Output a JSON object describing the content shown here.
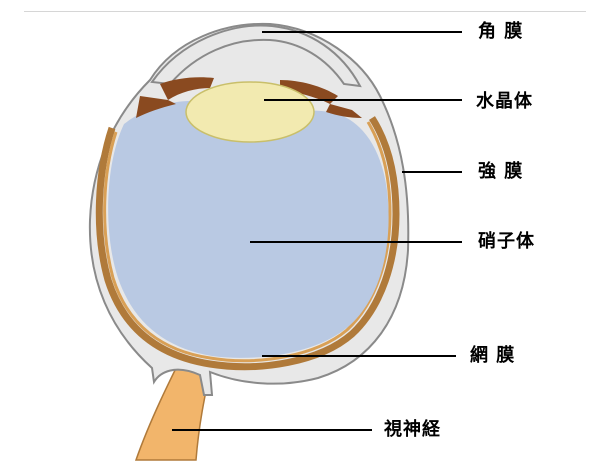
{
  "labels": {
    "cornea": "角 膜",
    "lens": "水晶体",
    "sclera": "強 膜",
    "vitreous": "硝子体",
    "retina": "網 膜",
    "optic_nerve": "視神経"
  },
  "colors": {
    "sclera": "#e8e8e8",
    "sclera_outline": "#8a8a8a",
    "choroid": "#b07a3a",
    "iris": "#8a4a20",
    "lens": "#f2eab0",
    "vitreous": "#b9c9e3",
    "optic_nerve": "#f2b56b",
    "leader_line": "#000000"
  }
}
